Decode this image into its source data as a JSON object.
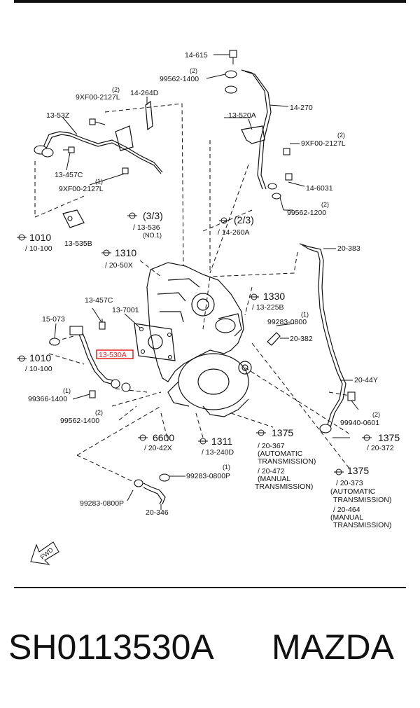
{
  "labels": {
    "l1": "14-615",
    "l2": "(2)",
    "l3": "99562-1400",
    "l4": "(2)",
    "l5": "9XF00-2127L",
    "l6": "14-264D",
    "l7": "14-270",
    "l8": "13-53Z",
    "l9": "13-520A",
    "l10": "(2)",
    "l11": "9XF00-2127L",
    "l12": "13-457C",
    "l13": "(1)",
    "l14": "9XF00-2127L",
    "l15": "14-6031",
    "l16": "(2)",
    "l17": "99562-1200",
    "l18": "(3/3)",
    "l19": "/ 13-536",
    "l20": "(NO.1)",
    "l21": "(2/3)",
    "l22": "/ 14-260A",
    "l23": "13-535B",
    "l24": "1010",
    "l25": "/ 10-100",
    "l26": "1310",
    "l27": "/ 20-50X",
    "l28": "20-383",
    "l29": "13-457C",
    "l30": "13-7001",
    "l31": "1330",
    "l32": "/ 13-225B",
    "l33": "15-073",
    "l34": "(1)",
    "l35": "99283-0800",
    "l36": "20-382",
    "l37": "1010",
    "l38": "/ 10-100",
    "l39": "13-530A",
    "l40": "20-44Y",
    "l41": "(1)",
    "l42": "99366-1400",
    "l43": "(2)",
    "l44": "99562-1400",
    "l45": "(2)",
    "l46": "99940-0601",
    "l47": "6600",
    "l48": "/ 20-42X",
    "l49": "1311",
    "l50": "/ 13-240D",
    "l51": "1375",
    "l52": "/ 20-367",
    "l53": "(AUTOMATIC",
    "l54": "TRANSMISSION)",
    "l55": "/ 20-472",
    "l56": "(MANUAL",
    "l57": "TRANSMISSION)",
    "l58": "1375",
    "l59": "/ 20-372",
    "l60": "(1)",
    "l61": "99283-0800P",
    "l62": "1375",
    "l63": "/ 20-373",
    "l64": "(AUTOMATIC",
    "l65": "TRANSMISSION)",
    "l66": "/ 20-464",
    "l67": "(MANUAL",
    "l68": "TRANSMISSION)",
    "l69": "99283-0800P",
    "l70": "20-346",
    "l71": "FWD"
  },
  "highlight_color": "#e02020",
  "footer": {
    "part_number": "SH0113530A",
    "brand": "MAZDA"
  }
}
